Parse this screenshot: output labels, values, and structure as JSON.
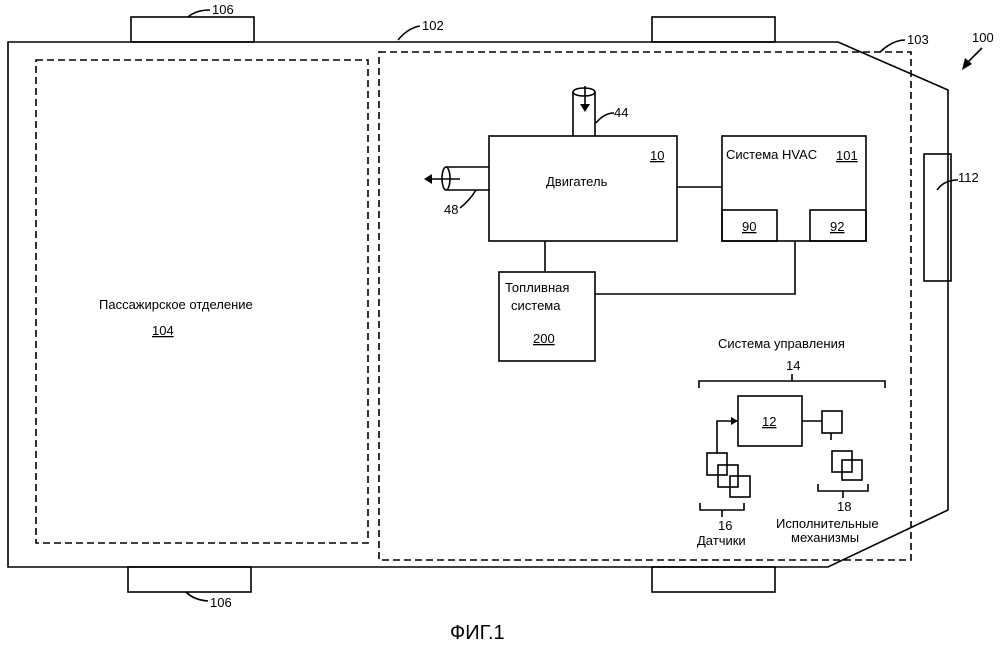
{
  "figure": {
    "caption": "ФИГ.1",
    "refs": {
      "vehicle": "100",
      "body": "102",
      "engine_compartment": "103",
      "passenger_compartment": "104",
      "wheels_top": "106",
      "wheels_bottom": "106",
      "side_unit": "112",
      "intake": "44",
      "exhaust": "48",
      "control_system": "14",
      "sensors": "16",
      "actuators": "18"
    },
    "passenger": {
      "label": "Пассажирское отделение",
      "ref": "104"
    },
    "engine": {
      "label": "Двигатель",
      "ref": "10"
    },
    "hvac": {
      "label": "Система HVAC",
      "ref": "101",
      "sub_left": "90",
      "sub_right": "92"
    },
    "fuel": {
      "label_line1": "Топливная",
      "label_line2": "система",
      "ref": "200"
    },
    "control": {
      "label": "Система управления",
      "controller_ref": "12"
    },
    "sensors_label": "Датчики",
    "actuators_line1": "Исполнительные",
    "actuators_line2": "механизмы"
  }
}
